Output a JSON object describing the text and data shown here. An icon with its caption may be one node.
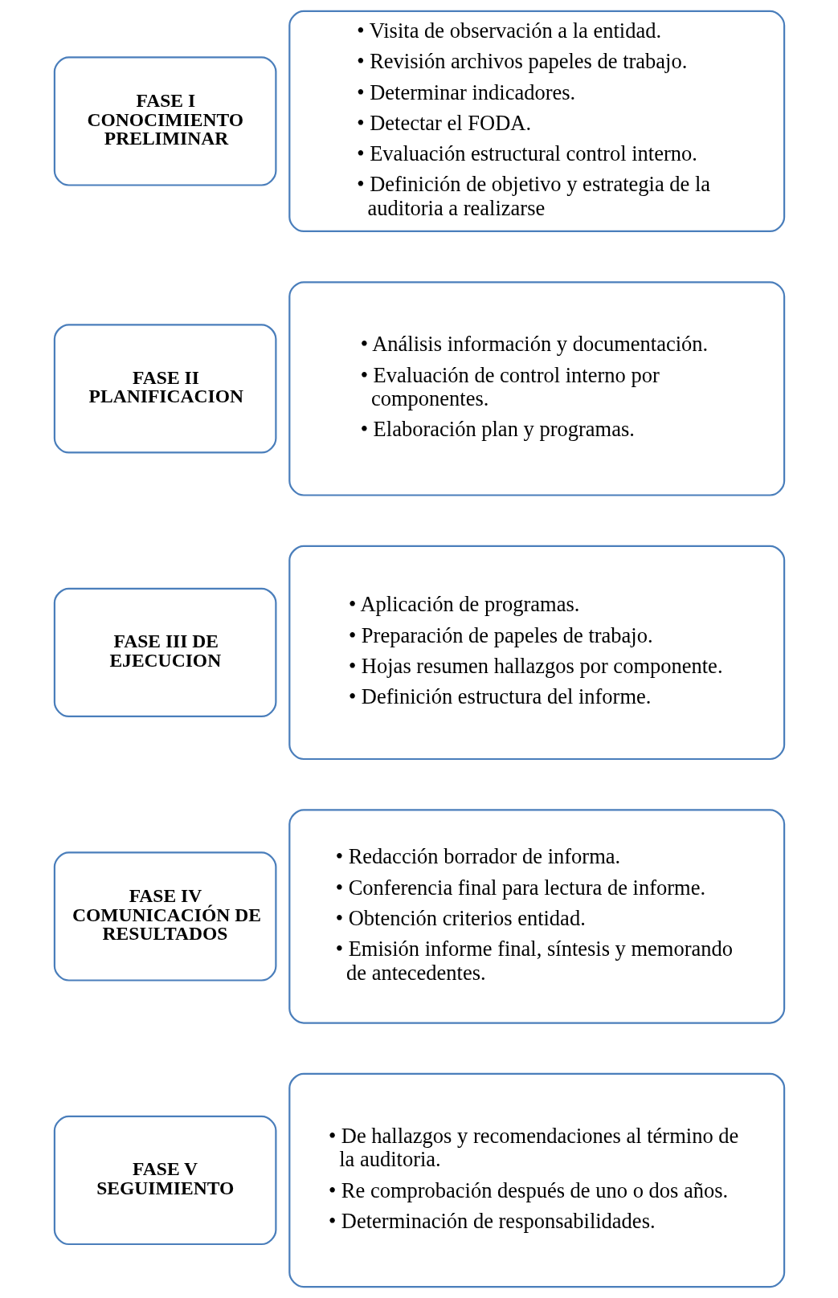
{
  "diagram": {
    "nodes": [
      {
        "text": [
          "FASE I CONOCIMIENTO PRELIMINAR"
        ]
      },
      {
        "text": [
          "• Visita de observación a la entidad.",
          "• Revisión archivos papeles de trabajo.",
          "• Determinar indicadores.",
          "• Detectar el FODA.",
          "• Evaluación estructural control interno.",
          "• Definición de objetivo y estrategia de la auditoria a realizarse"
        ]
      },
      {
        "text": [
          "FASE II PLANIFICACION"
        ]
      },
      {
        "text": [
          "• Análisis información y documentación.",
          "• Evaluación de control interno por componentes.",
          "• Elaboración plan y programas."
        ]
      },
      {
        "text": [
          "FASE III DE EJECUCION"
        ]
      },
      {
        "text": [
          "• Aplicación de programas.",
          "• Preparación de papeles de trabajo.",
          "• Hojas resumen hallazgos por componente.",
          "• Definición estructura del informe."
        ]
      },
      {
        "text": [
          "FASE IV COMUNICACIÓN DE RESULTADOS"
        ]
      },
      {
        "text": [
          "• Redacción borrador de informa.",
          "• Conferencia final para lectura de informe.",
          "• Obtención criterios entidad.",
          "• Emisión informe final, síntesis y memorando de antecedentes."
        ]
      },
      {
        "text": [
          "FASE V SEGUIMIENTO"
        ]
      },
      {
        "text": [
          "• De hallazgos y recomendaciones al término de la auditoria.",
          "• Re comprobación después de uno o dos años.",
          "• Determinación de responsabilidades."
        ]
      }
    ]
  }
}
